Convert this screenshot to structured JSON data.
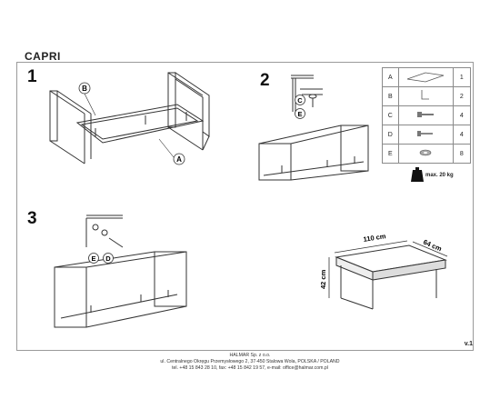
{
  "product": {
    "name": "CAPRI"
  },
  "steps": [
    {
      "number": "1",
      "labels": [
        "B",
        "A"
      ]
    },
    {
      "number": "2",
      "labels": [
        "C",
        "E"
      ]
    },
    {
      "number": "3",
      "labels": [
        "E",
        "D"
      ]
    }
  ],
  "parts_table": [
    {
      "letter": "A",
      "icon": "tabletop-icon",
      "qty": "1"
    },
    {
      "letter": "B",
      "icon": "bracket-icon",
      "qty": "2"
    },
    {
      "letter": "C",
      "icon": "bolt-icon",
      "qty": "4"
    },
    {
      "letter": "D",
      "icon": "screw-icon",
      "qty": "4"
    },
    {
      "letter": "E",
      "icon": "washer-icon",
      "qty": "8"
    }
  ],
  "max_load": {
    "label": "max. 20 kg",
    "icon": "weight-icon"
  },
  "dimensions": {
    "width": "110 cm",
    "depth": "64 cm",
    "height": "42 cm"
  },
  "version": "v.1",
  "footer": {
    "company": "HALMAR Sp. z o.o.",
    "address": "ul. Centralnego Okręgu Przemysłowego 2, 37-450 Stalowa Wola, POLSKA / POLAND",
    "contact": "tel. +48 15 843 28 10, fax: +48 15 842 19 57, e-mail: office@halmar.com.pl"
  }
}
